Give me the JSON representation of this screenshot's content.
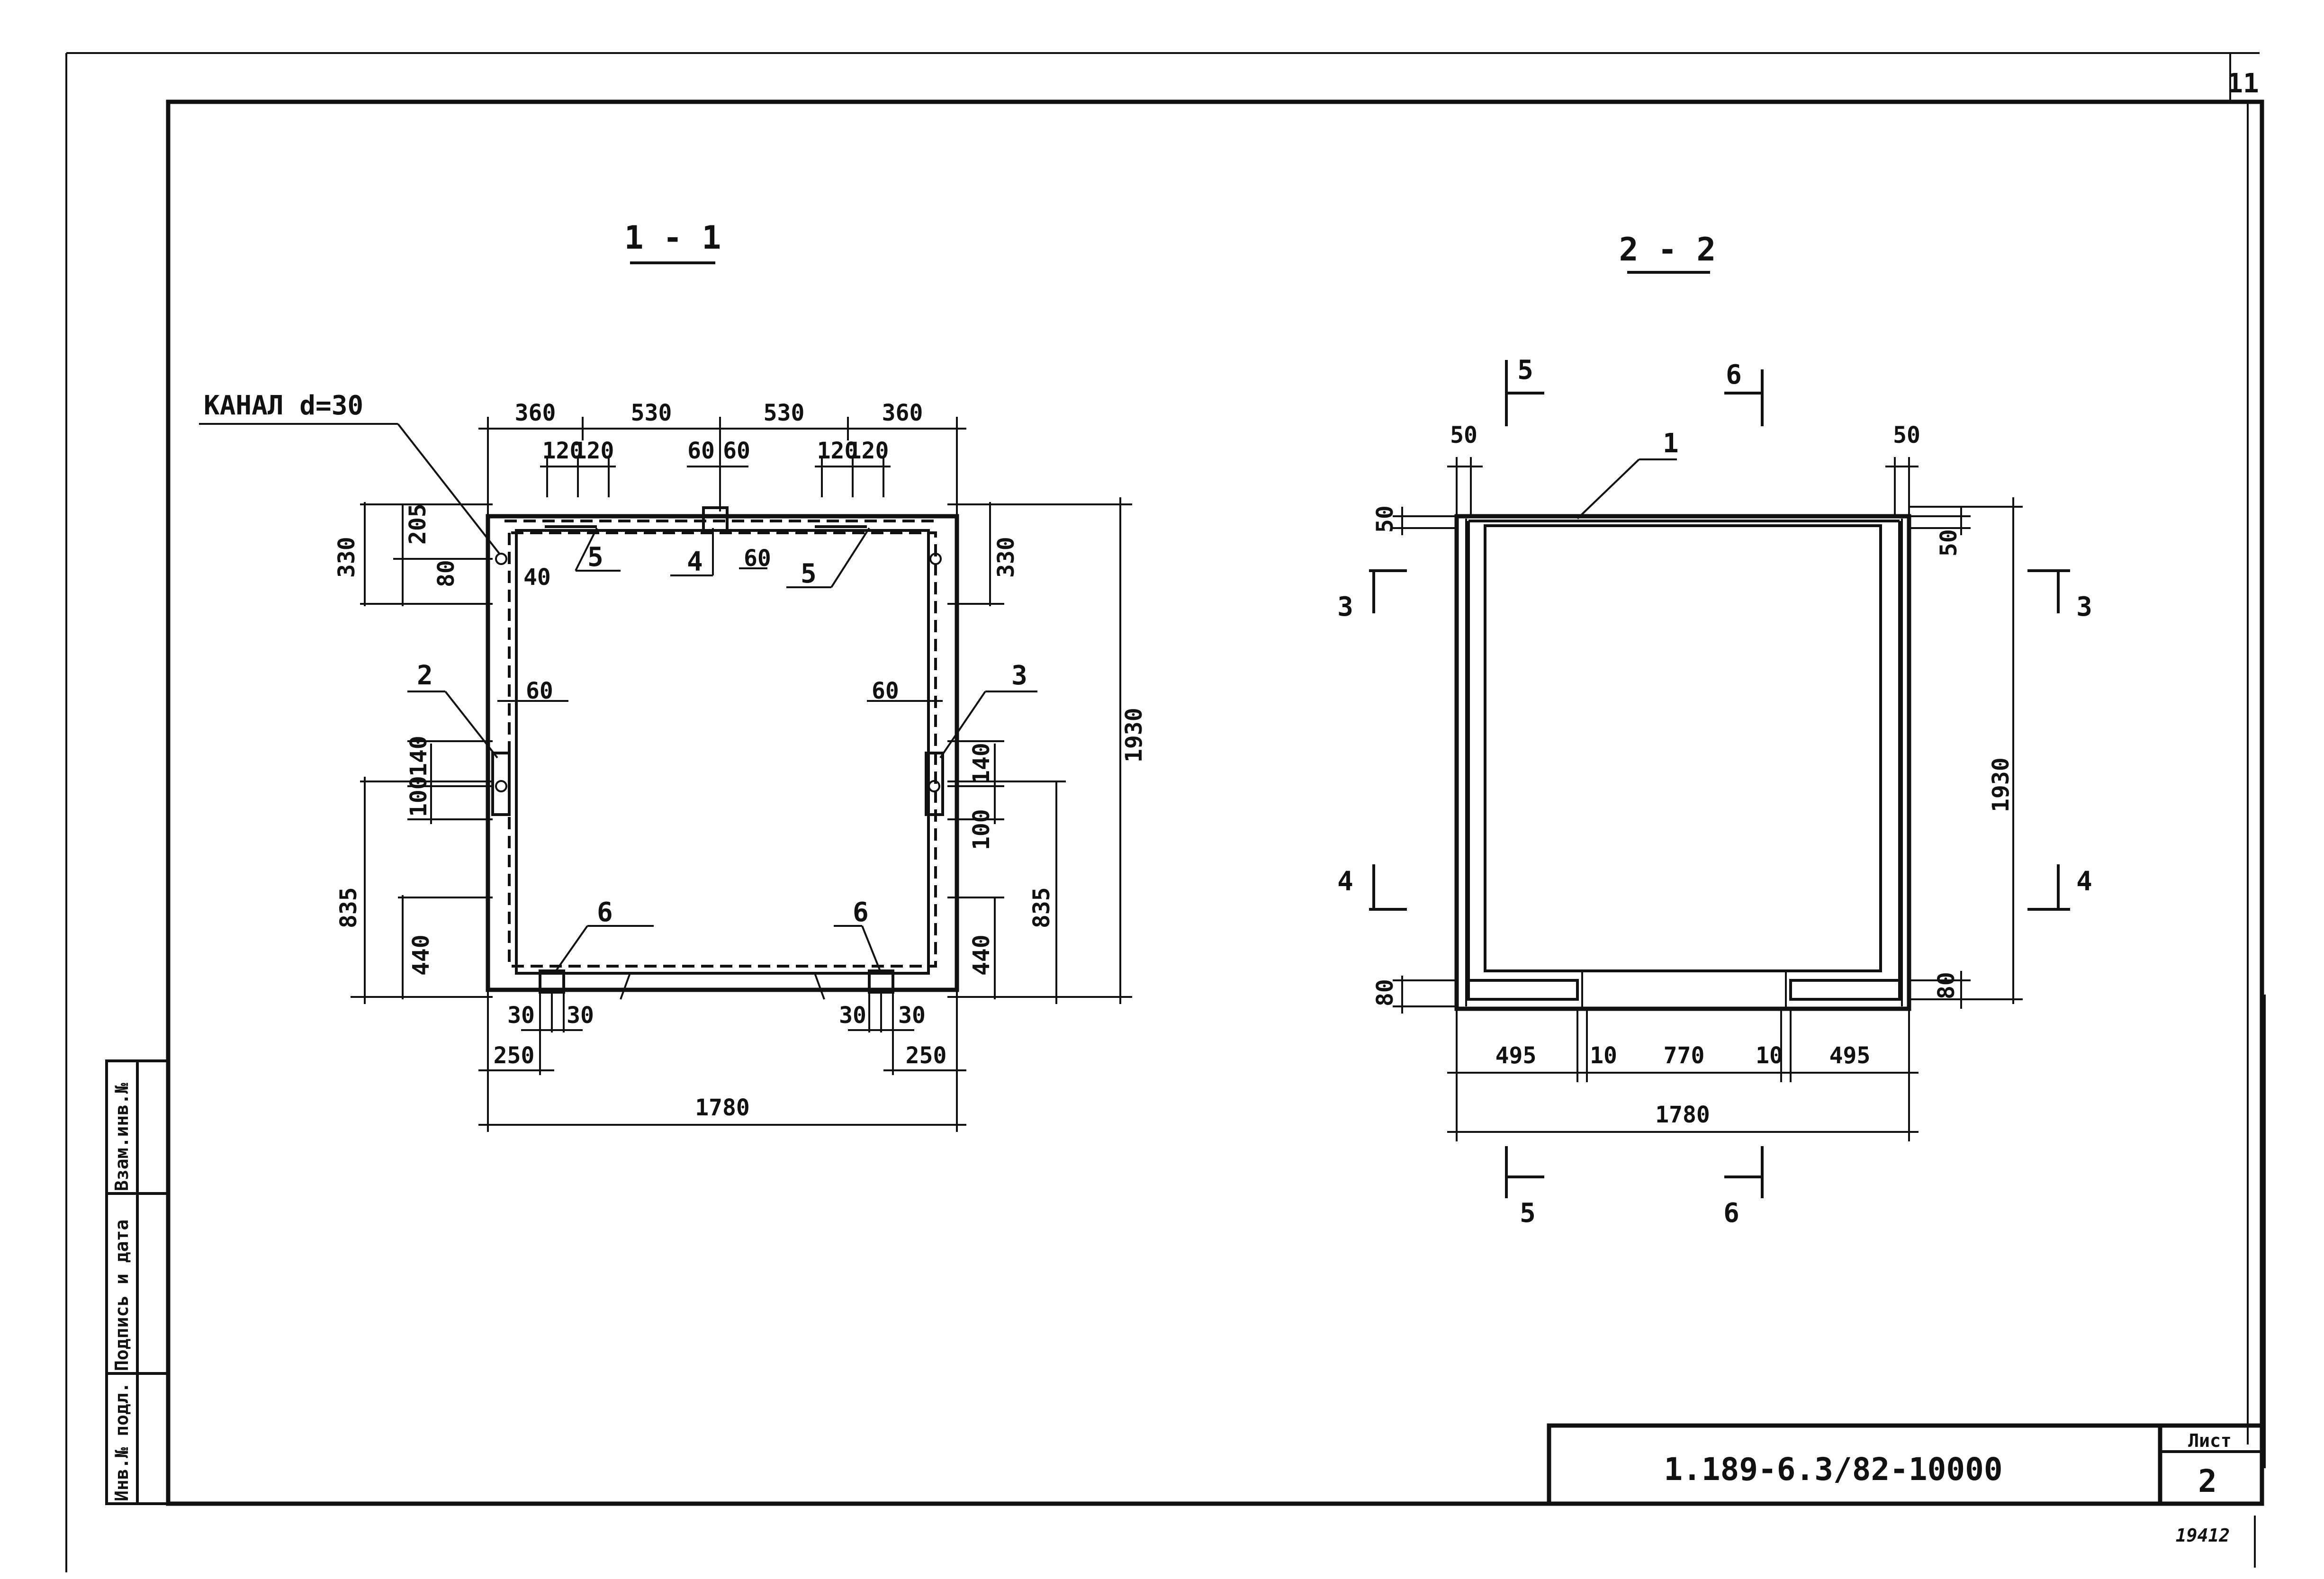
{
  "sheet": {
    "corner_number": "11",
    "title_code": "1.189-6.3/82-10000",
    "sheet_label": "Лист",
    "sheet_number": "2",
    "handwritten_note": "19412",
    "stamp_fields": [
      "Инв.№ подл.",
      "Подпись и дата",
      "Взам.инв.№"
    ]
  },
  "section_1_1": {
    "title": "1 - 1",
    "channel_label": "КАНАЛ d=30",
    "top_dims": [
      "360",
      "530",
      "530",
      "360"
    ],
    "top_sub_dims": [
      "120",
      "120",
      "60",
      "60",
      "120",
      "120"
    ],
    "left_dims": [
      "205",
      "330",
      "80",
      "40",
      "140",
      "100",
      "835",
      "440"
    ],
    "right_dims": [
      "330",
      "1930",
      "140",
      "100",
      "835",
      "440"
    ],
    "inner_dims": [
      "60",
      "60",
      "60"
    ],
    "bottom_dims": [
      "30",
      "30",
      "250",
      "30",
      "30",
      "250",
      "1780"
    ],
    "callouts": [
      "2",
      "3",
      "4",
      "5",
      "5",
      "6",
      "6"
    ]
  },
  "section_2_2": {
    "title": "2 - 2",
    "callout": "1",
    "top_dims": [
      "50",
      "50"
    ],
    "left_dims": [
      "50",
      "80"
    ],
    "right_dims": [
      "50",
      "1930",
      "80"
    ],
    "bottom_dims": [
      "495",
      "10",
      "770",
      "10",
      "495",
      "1780"
    ],
    "cut_marks": [
      "5",
      "6",
      "3",
      "3",
      "4",
      "4",
      "5",
      "6"
    ]
  }
}
